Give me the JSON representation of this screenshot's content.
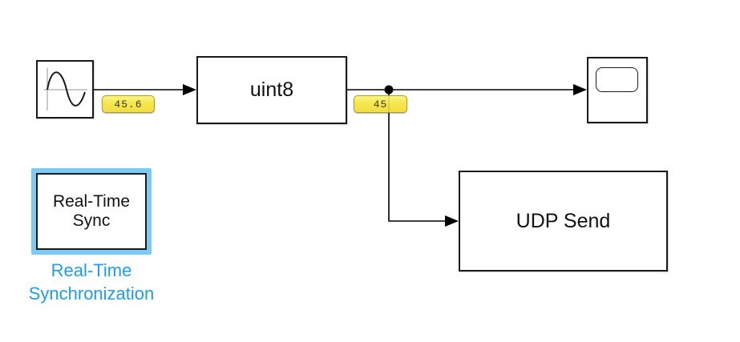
{
  "diagram": {
    "blocks": {
      "conversion": {
        "label": "uint8"
      },
      "udp": {
        "label": "UDP Send"
      },
      "rts": {
        "label": "Real-Time Sync",
        "annotation": "Real-Time Synchronization",
        "selected": true
      },
      "sine": {
        "icon": "sine-wave-icon"
      },
      "scope": {
        "icon": "scope-screen-icon"
      }
    },
    "value_labels": {
      "sine_output": "45.6",
      "conversion_output": "45"
    },
    "colors": {
      "background": "#ffffff",
      "block_border": "#1a1a1a",
      "line": "#000000",
      "selection_highlight_blue": "#7cc9f4",
      "annotation_blue": "#1e9de8",
      "value_label_fill": "#f5e43a",
      "value_label_border": "#ab9c2a"
    }
  }
}
